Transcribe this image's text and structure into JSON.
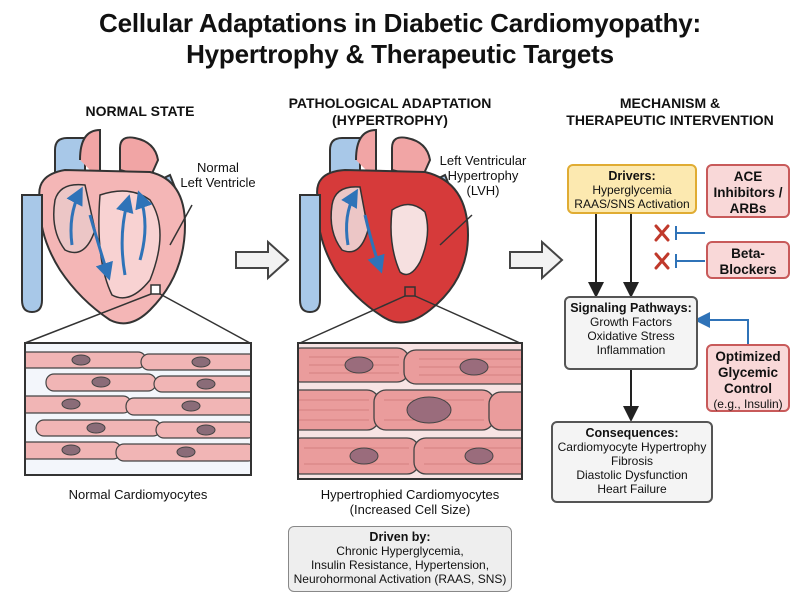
{
  "title": {
    "line1": "Cellular Adaptations in Diabetic Cardiomyopathy:",
    "line2": "Hypertrophy & Therapeutic Targets"
  },
  "columns": {
    "normal": {
      "header": "NORMAL STATE",
      "label_line1": "Normal",
      "label_line2": "Left Ventricle",
      "caption": "Normal Cardiomyocytes"
    },
    "pathological": {
      "header_line1": "PATHOLOGICAL ADAPTATION",
      "header_line2": "(HYPERTROPHY)",
      "label_line1": "Left Ventricular",
      "label_line2": "Hypertrophy",
      "label_line3": "(LVH)",
      "caption_line1": "Hypertrophied Cardiomyocytes",
      "caption_line2": "(Increased Cell Size)"
    },
    "mechanism": {
      "header_line1": "MECHANISM &",
      "header_line2": "THERAPEUTIC INTERVENTION"
    }
  },
  "driven_by": {
    "title": "Driven by:",
    "line1": "Chronic Hyperglycemia,",
    "line2": "Insulin Resistance, Hypertension,",
    "line3": "Neurohormonal Activation (RAAS, SNS)"
  },
  "mechanism_boxes": {
    "drivers": {
      "title": "Drivers:",
      "line1": "Hyperglycemia",
      "line2": "RAAS/SNS Activation"
    },
    "ace": {
      "line1": "ACE",
      "line2": "Inhibitors /",
      "line3": "ARBs"
    },
    "beta": {
      "line1": "Beta-",
      "line2": "Blockers"
    },
    "signaling": {
      "title": "Signaling Pathways:",
      "line1": "Growth Factors",
      "line2": "Oxidative Stress",
      "line3": "Inflammation"
    },
    "glycemic": {
      "line1": "Optimized",
      "line2": "Glycemic",
      "line3": "Control",
      "line4": "(e.g., Insulin)"
    },
    "consequences": {
      "title": "Consequences:",
      "line1": "Cardiomyocyte Hypertrophy",
      "line2": "Fibrosis",
      "line3": "Diastolic Dysfunction",
      "line4": "Heart Failure"
    }
  },
  "colors": {
    "heart_pink": "#f1a5a5",
    "lvh_red": "#d63a3a",
    "vessel_blue": "#a8c8e8",
    "driver_yellow": "#fce9b0",
    "therapy_pink": "#f9d8d8",
    "inhibit_blue": "#2f73b8",
    "block_red": "#c0392b"
  }
}
